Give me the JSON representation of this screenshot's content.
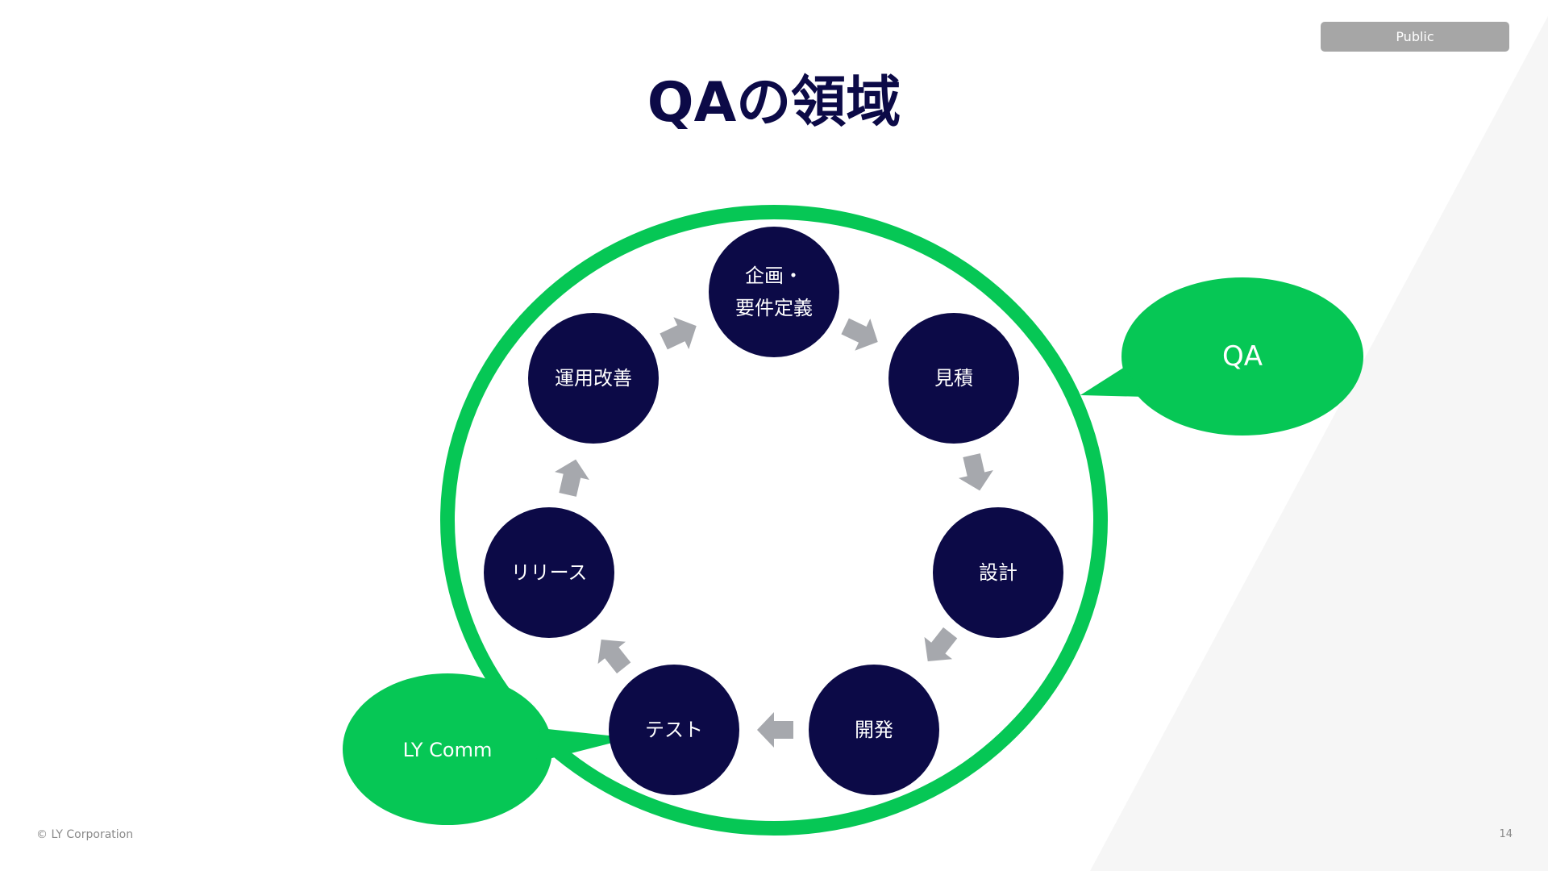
{
  "badge": "Public",
  "title": "QAの領域",
  "cycle": [
    {
      "label": "企画・\n要件定義"
    },
    {
      "label": "見積"
    },
    {
      "label": "設計"
    },
    {
      "label": "開発"
    },
    {
      "label": "テスト"
    },
    {
      "label": "リリース"
    },
    {
      "label": "運用改善"
    }
  ],
  "callouts": {
    "qa": "QA",
    "ly_comm": "LY Comm"
  },
  "footer": {
    "copyright": "© LY Corporation",
    "page_number": "14"
  },
  "colors": {
    "navy": "#0c0a47",
    "green": "#06c755",
    "arrow_gray": "#a6a8ad",
    "badge_gray": "#a6a6a6"
  }
}
